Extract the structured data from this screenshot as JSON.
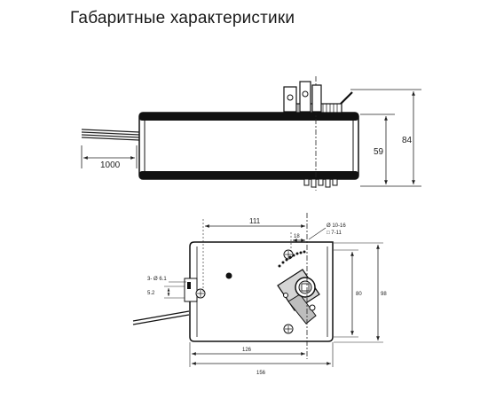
{
  "title": "Габаритные характеристики",
  "side_view": {
    "cable_length": "1000",
    "height_body": "59",
    "height_total": "84"
  },
  "top_view": {
    "width_111": "111",
    "width_18": "18",
    "shaft_round": "Ø 10-16",
    "shaft_square": "□ 7-11",
    "hole_dia": "3- Ø 6.1",
    "offset_52": "5.2",
    "height_80": "80",
    "height_98": "98",
    "width_126": "126",
    "width_156": "156"
  }
}
